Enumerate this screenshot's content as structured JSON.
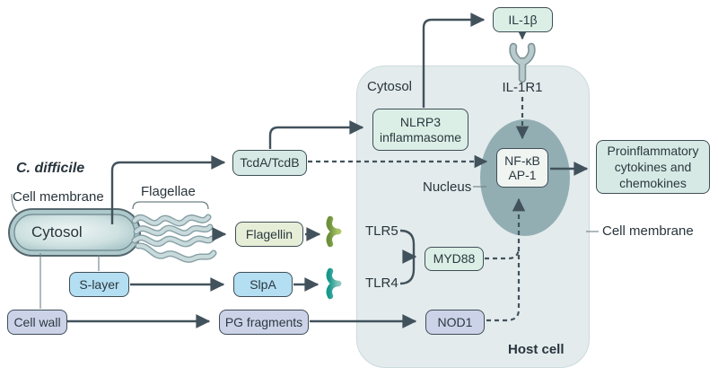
{
  "pathogen": {
    "name": "C. difficile",
    "cell_membrane_label": "Cell membrane",
    "cytosol_label": "Cytosol",
    "flagellae_label": "Flagellae",
    "s_layer_label": "S-layer",
    "cell_wall_label": "Cell wall"
  },
  "effectors": {
    "toxins": "TcdA/TcdB",
    "flagellin": "Flagellin",
    "slpa": "SlpA",
    "pg_fragments": "PG fragments"
  },
  "host": {
    "cytosol_label": "Cytosol",
    "nucleus_label": "Nucleus",
    "host_cell_label": "Host cell",
    "cell_membrane_label": "Cell membrane",
    "il1b": "IL-1β",
    "il1r1": "IL-1R1",
    "nlrp3_line1": "NLRP3",
    "nlrp3_line2": "inflammasome",
    "nfkb_line1": "NF-κB",
    "nfkb_line2": "AP-1",
    "myd88": "MYD88",
    "nod1": "NOD1",
    "tlr5": "TLR5",
    "tlr4": "TLR4",
    "output": "Proinflammatory cytokines and chemokines"
  },
  "colors": {
    "arrow": "#42525c",
    "host_cell_fill": "#e3ebed",
    "nucleus_fill": "#92aeb2",
    "teal_box": "#d7e9e4",
    "mint_box": "#dcefe6",
    "green_box": "#e7eed7",
    "blue_box": "#b4def1",
    "lavender_box": "#ccd3e8",
    "nfkb_box": "#f0f5f2",
    "tlr5_receptor": "#7d9b45",
    "tlr4_receptor": "#21a08e",
    "il1r1_receptor": "#b7c8ca"
  }
}
